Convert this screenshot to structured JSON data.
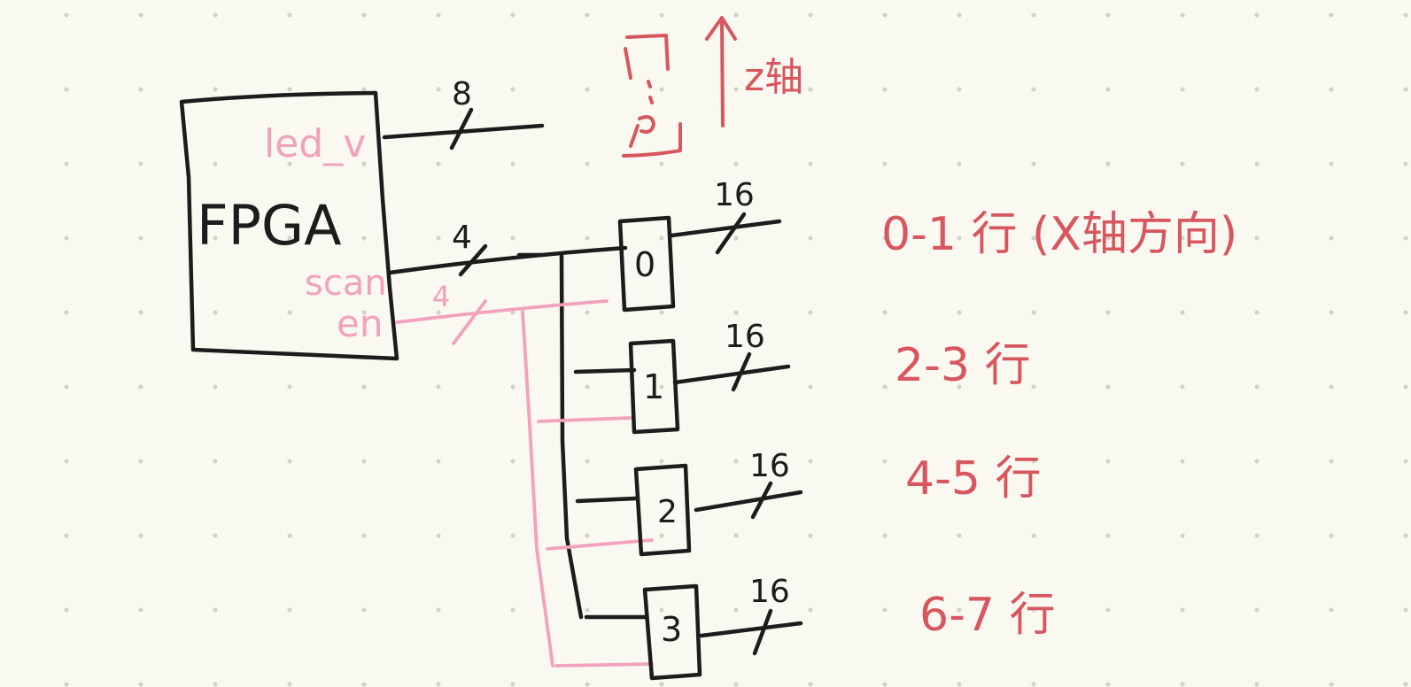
{
  "fpga": {
    "title": "FPGA",
    "led_v": "led_v",
    "scan": "scan",
    "en": "en"
  },
  "buses": {
    "led_v_width": "8",
    "scan_width": "4",
    "en_width": "4"
  },
  "z_axis": {
    "label": "z轴"
  },
  "decoders": [
    {
      "id": "0",
      "width": "16",
      "rows": "0-1 行 (X轴方向)"
    },
    {
      "id": "1",
      "width": "16",
      "rows": "2-3 行"
    },
    {
      "id": "2",
      "width": "16",
      "rows": "4-5 行"
    },
    {
      "id": "3",
      "width": "16",
      "rows": "6-7 行"
    }
  ]
}
